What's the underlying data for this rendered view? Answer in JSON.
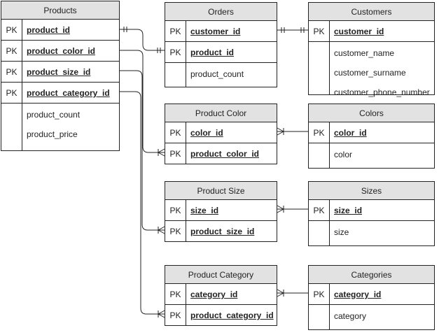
{
  "diagram": {
    "tables": [
      {
        "id": "products",
        "title": "Products",
        "keyed_fields": [
          {
            "key": "PK",
            "name": "product_id"
          },
          {
            "key": "PK",
            "name": "product_color_id"
          },
          {
            "key": "PK",
            "name": "product_size_id"
          },
          {
            "key": "PK",
            "name": "product_category_id"
          }
        ],
        "fields": [
          "product_count",
          "product_price"
        ]
      },
      {
        "id": "orders",
        "title": "Orders",
        "keyed_fields": [
          {
            "key": "PK",
            "name": "customer_id"
          },
          {
            "key": "PK",
            "name": "product_id"
          }
        ],
        "fields": [
          "product_count"
        ]
      },
      {
        "id": "customers",
        "title": "Customers",
        "keyed_fields": [
          {
            "key": "PK",
            "name": "customer_id"
          }
        ],
        "fields": [
          "customer_name",
          "customer_surname",
          "customer_phone_number"
        ]
      },
      {
        "id": "product_color",
        "title": "Product Color",
        "keyed_fields": [
          {
            "key": "PK",
            "name": "color_id"
          },
          {
            "key": "PK",
            "name": "product_color_id"
          }
        ],
        "fields": []
      },
      {
        "id": "colors",
        "title": "Colors",
        "keyed_fields": [
          {
            "key": "PK",
            "name": "color_id"
          }
        ],
        "fields": [
          "color"
        ]
      },
      {
        "id": "product_size",
        "title": "Product Size",
        "keyed_fields": [
          {
            "key": "PK",
            "name": "size_id"
          },
          {
            "key": "PK",
            "name": "product_size_id"
          }
        ],
        "fields": []
      },
      {
        "id": "sizes",
        "title": "Sizes",
        "keyed_fields": [
          {
            "key": "PK",
            "name": "size_id"
          }
        ],
        "fields": [
          "size"
        ]
      },
      {
        "id": "product_category",
        "title": "Product Category",
        "keyed_fields": [
          {
            "key": "PK",
            "name": "category_id"
          },
          {
            "key": "PK",
            "name": "product_category_id"
          }
        ],
        "fields": []
      },
      {
        "id": "categories",
        "title": "Categories",
        "keyed_fields": [
          {
            "key": "PK",
            "name": "category_id"
          }
        ],
        "fields": [
          "category"
        ]
      }
    ],
    "relationships": [
      {
        "from": "products.product_id",
        "to": "orders.product_id",
        "from_end": "one",
        "to_end": "one"
      },
      {
        "from": "orders.customer_id",
        "to": "customers.customer_id",
        "from_end": "one",
        "to_end": "one"
      },
      {
        "from": "products.product_color_id",
        "to": "product_color.product_color_id",
        "from_end": "none",
        "to_end": "many"
      },
      {
        "from": "products.product_size_id",
        "to": "product_size.product_size_id",
        "from_end": "none",
        "to_end": "many"
      },
      {
        "from": "products.product_category_id",
        "to": "product_category.product_category_id",
        "from_end": "none",
        "to_end": "many"
      },
      {
        "from": "colors.color_id",
        "to": "product_color.color_id",
        "from_end": "none",
        "to_end": "many"
      },
      {
        "from": "sizes.size_id",
        "to": "product_size.size_id",
        "from_end": "none",
        "to_end": "many"
      },
      {
        "from": "categories.category_id",
        "to": "product_category.category_id",
        "from_end": "none",
        "to_end": "many"
      }
    ]
  }
}
